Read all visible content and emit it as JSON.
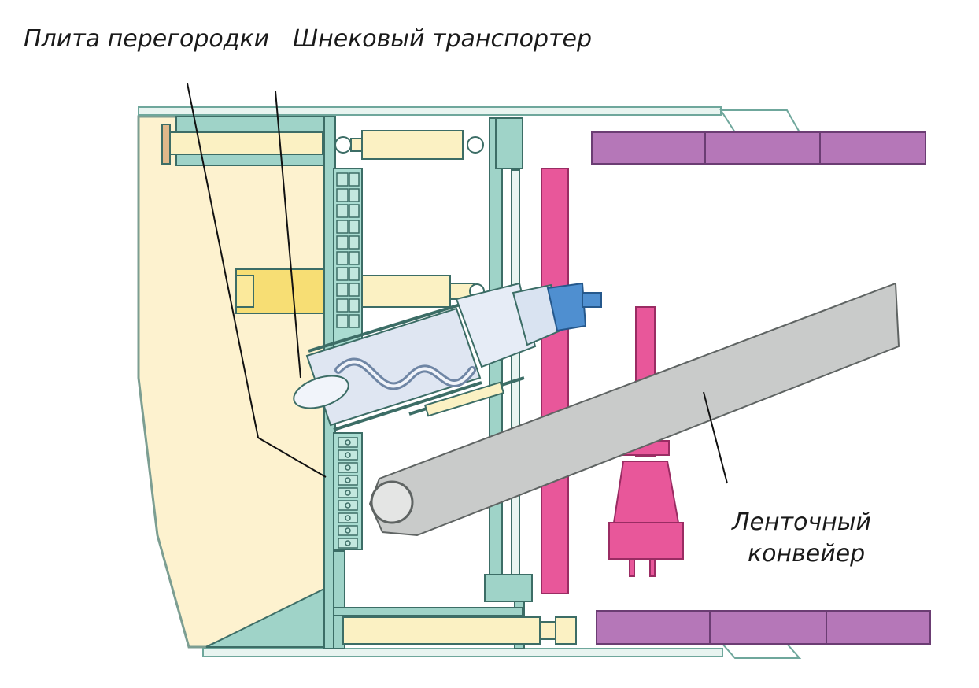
{
  "labels": {
    "partition_plate": "Плита перегородки",
    "screw_conveyor": "Шнековый транспортер",
    "belt_conveyor_line1": "Ленточный",
    "belt_conveyor_line2": "конвейер"
  },
  "colors": {
    "shield_body": "#fdf2cf",
    "frame": "#9fd3c8",
    "frame_dark": "#6fa79c",
    "cylinder": "#fbf1c3",
    "yellow_cylinder": "#f7de74",
    "violet_segments": "#b577b8",
    "magenta": "#e8579a",
    "belt_conveyor": "#c9cbca",
    "screw_casing": "#dfe6f2",
    "screw_motor": "#4f8fd0",
    "outline": "#3c6d66",
    "leader_line": "#111111"
  }
}
